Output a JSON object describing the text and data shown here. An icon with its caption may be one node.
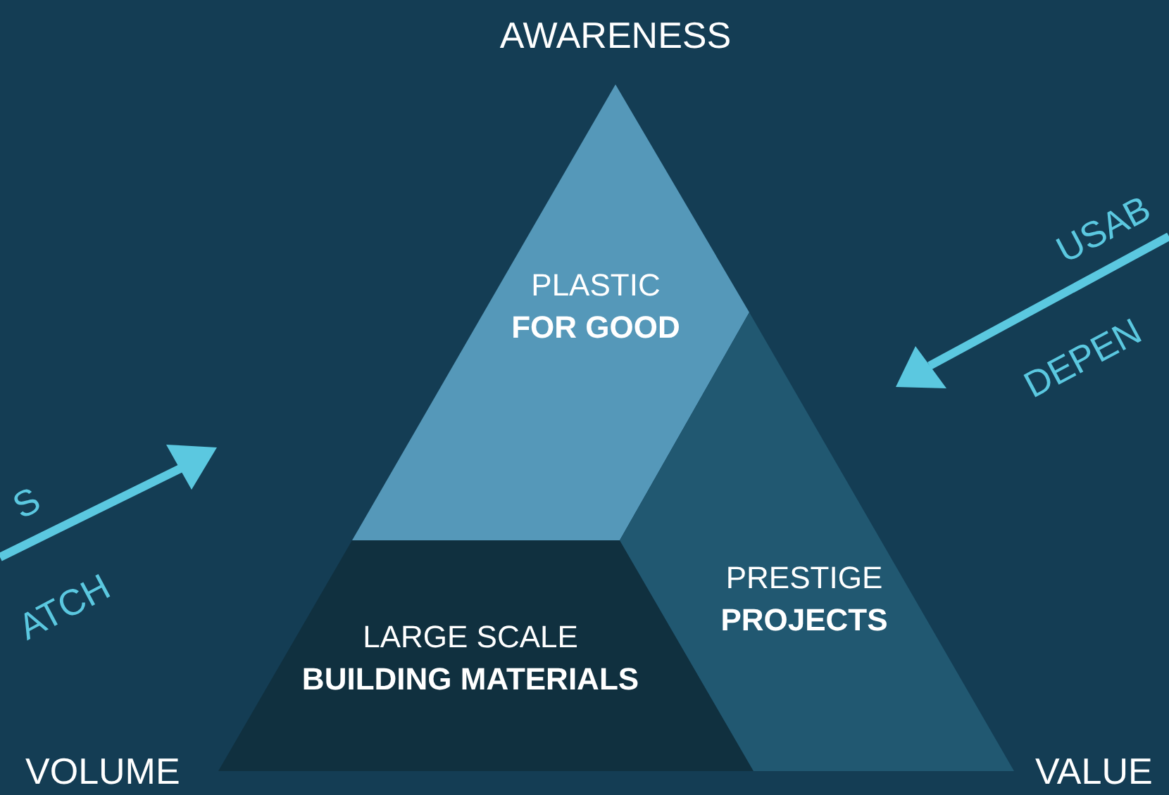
{
  "diagram": {
    "nodes": [
      {
        "text": [
          "PLASTIC",
          "FOR GOOD"
        ]
      },
      {
        "text": [
          "LARGE SCALE",
          "BUILDING MATERIALS"
        ]
      },
      {
        "text": [
          "PRESTIGE",
          "PROJECTS"
        ]
      }
    ],
    "labels": [
      "AWARENESS",
      "USAB",
      "DEPEN",
      "S",
      "ATCH",
      "VOLUME",
      "VALUE"
    ]
  }
}
